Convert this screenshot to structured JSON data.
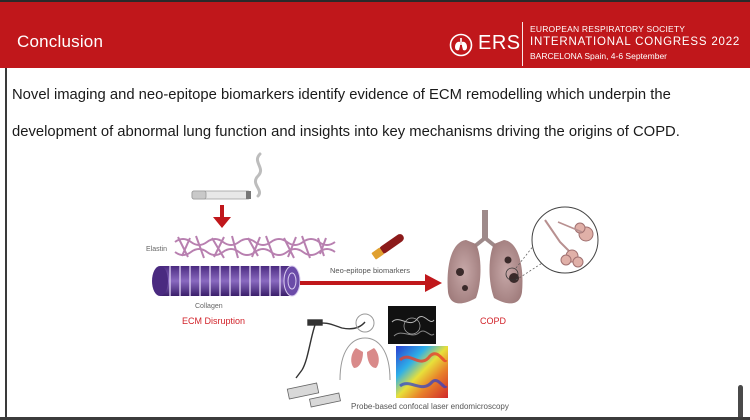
{
  "header": {
    "title": "Conclusion",
    "logo_text": "ERS",
    "congress_line1": "EUROPEAN RESPIRATORY SOCIETY",
    "congress_line2": "INTERNATIONAL CONGRESS 2022",
    "congress_line3": "BARCELONA Spain, 4-6 September",
    "color": "#c0171b"
  },
  "body": {
    "line1": "Novel imaging and neo-epitope biomarkers identify evidence of ECM remodelling which underpin the",
    "line2": "development of abnormal lung function and insights into key mechanisms driving the origins of COPD."
  },
  "figure": {
    "elastin_label": "Elastin",
    "collagen_label": "Collagen",
    "ecm_label": "ECM Disruption",
    "biomarker_label": "Neo-epitope biomarkers",
    "copd_label": "COPD",
    "probe_label": "Probe-based confocal laser endomicroscopy",
    "accent_color": "#c0171b",
    "label_red": "#d2232a"
  }
}
